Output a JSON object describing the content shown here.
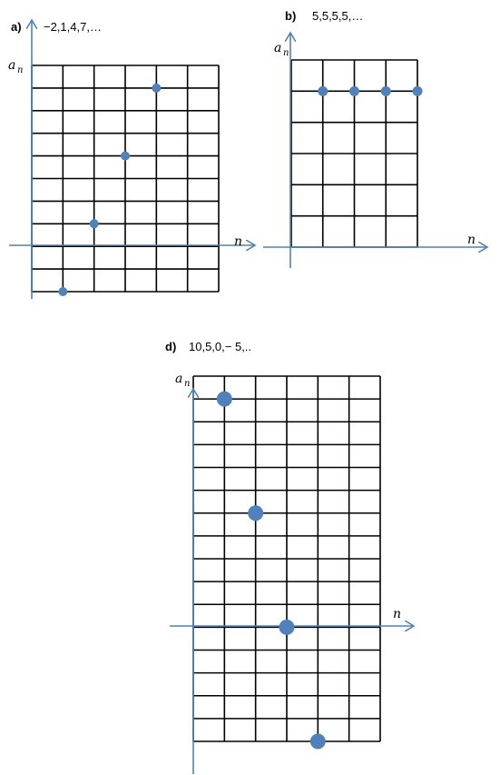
{
  "chart_data": [
    {
      "type": "scatter",
      "letter": "a)",
      "sequence": "−2,1,4,7,…",
      "xlabel": "n",
      "ylabel": "a",
      "ylabel_sub": "n",
      "x": [
        1,
        2,
        3,
        4
      ],
      "values": [
        -2,
        1,
        4,
        7
      ],
      "xlim": [
        0,
        6
      ],
      "ylim": [
        -2,
        8
      ],
      "grid": true,
      "point_color": "#4f81bd",
      "axis_color": "#4f81bd"
    },
    {
      "type": "scatter",
      "letter": "b)",
      "sequence": "5,5,5,5,…",
      "xlabel": "n",
      "ylabel": "a",
      "ylabel_sub": "n",
      "x": [
        1,
        2,
        3,
        4
      ],
      "values": [
        5,
        5,
        5,
        5
      ],
      "xlim": [
        0,
        4
      ],
      "ylim": [
        0,
        6
      ],
      "grid": true,
      "point_color": "#4f81bd",
      "axis_color": "#4f81bd"
    },
    {
      "type": "scatter",
      "letter": "d)",
      "sequence": "10,5,0,− 5,..",
      "xlabel": "n",
      "ylabel": "a",
      "ylabel_sub": "n",
      "x": [
        1,
        2,
        3,
        4
      ],
      "values": [
        10,
        5,
        0,
        -5
      ],
      "xlim": [
        0,
        6
      ],
      "ylim": [
        -5,
        11
      ],
      "grid": true,
      "point_color": "#4f81bd",
      "axis_color": "#4f81bd"
    }
  ]
}
